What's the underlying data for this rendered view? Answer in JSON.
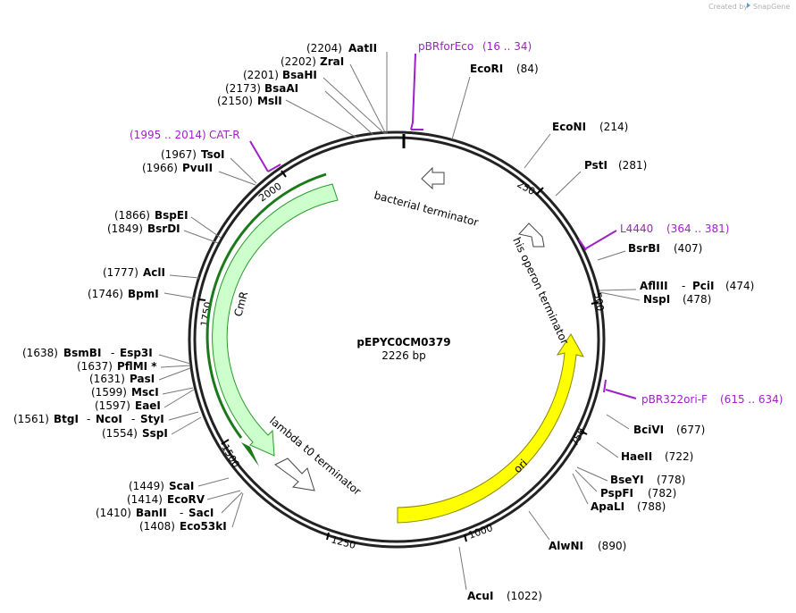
{
  "credit": {
    "prefix": "Created by",
    "brand": "SnapGene"
  },
  "plasmid": {
    "name": "pEPYC0CM0379",
    "length_text": "2226 bp",
    "length": 2226
  },
  "ticks": [
    "250",
    "500",
    "750",
    "1000",
    "1250",
    "1500",
    "1750",
    "2000"
  ],
  "features": {
    "cmr": "CmR",
    "ori": "ori",
    "bacterial_terminator": "bacterial terminator",
    "his_terminator": "his operon terminator",
    "lambda_terminator": "lambda t0 terminator"
  },
  "primers": [
    {
      "name": "pBRforEco",
      "range": "(16 .. 34)"
    },
    {
      "name": "CAT-R",
      "range": "(1995 .. 2014)"
    },
    {
      "name": "L4440",
      "range": "(364 .. 381)"
    },
    {
      "name": "pBR322ori-F",
      "range": "(615 .. 634)"
    }
  ],
  "sites": {
    "aatii": {
      "name": "AatII",
      "pos": "(2204)"
    },
    "zrai": {
      "name": "ZraI",
      "pos": "(2202)"
    },
    "bsahi": {
      "name": "BsaHI",
      "pos": "(2201)"
    },
    "bsaai": {
      "name": "BsaAI",
      "pos": "(2173)"
    },
    "msli": {
      "name": "MslI",
      "pos": "(2150)"
    },
    "tsoi": {
      "name": "TsoI",
      "pos": "(1967)"
    },
    "pvuii": {
      "name": "PvuII",
      "pos": "(1966)"
    },
    "bspei": {
      "name": "BspEI",
      "pos": "(1866)"
    },
    "bsrdi": {
      "name": "BsrDI",
      "pos": "(1849)"
    },
    "acli": {
      "name": "AclI",
      "pos": "(1777)"
    },
    "bpmi": {
      "name": "BpmI",
      "pos": "(1746)"
    },
    "bsmbi": {
      "name": "BsmBI",
      "pos": "(1638)",
      "alt": "Esp3I"
    },
    "pflmi": {
      "name": "PflMI *",
      "pos": "(1637)"
    },
    "pasi": {
      "name": "PasI",
      "pos": "(1631)"
    },
    "msci": {
      "name": "MscI",
      "pos": "(1599)"
    },
    "eaei": {
      "name": "EaeI",
      "pos": "(1597)"
    },
    "btgi": {
      "name": "BtgI",
      "pos": "(1561)",
      "alt1": "NcoI",
      "alt2": "StyI"
    },
    "sspi": {
      "name": "SspI",
      "pos": "(1554)"
    },
    "scai": {
      "name": "ScaI",
      "pos": "(1449)"
    },
    "ecorv": {
      "name": "EcoRV",
      "pos": "(1414)"
    },
    "banii": {
      "name": "BanII",
      "pos": "(1410)",
      "alt": "SacI"
    },
    "eco53ki": {
      "name": "Eco53kI",
      "pos": "(1408)"
    },
    "ecori": {
      "name": "EcoRI",
      "pos": "(84)"
    },
    "econi": {
      "name": "EcoNI",
      "pos": "(214)"
    },
    "psti": {
      "name": "PstI",
      "pos": "(281)"
    },
    "bsrbi": {
      "name": "BsrBI",
      "pos": "(407)"
    },
    "afliii": {
      "name": "AflIII",
      "pos": "(474)",
      "alt": "PciI"
    },
    "nspi": {
      "name": "NspI",
      "pos": "(478)"
    },
    "bcivi": {
      "name": "BciVI",
      "pos": "(677)"
    },
    "haeii": {
      "name": "HaeII",
      "pos": "(722)"
    },
    "bseyi": {
      "name": "BseYI",
      "pos": "(778)"
    },
    "pspfi": {
      "name": "PspFI",
      "pos": "(782)"
    },
    "apali": {
      "name": "ApaLI",
      "pos": "(788)"
    },
    "alwni": {
      "name": "AlwNI",
      "pos": "(890)"
    },
    "acui": {
      "name": "AcuI",
      "pos": "(1022)"
    }
  }
}
